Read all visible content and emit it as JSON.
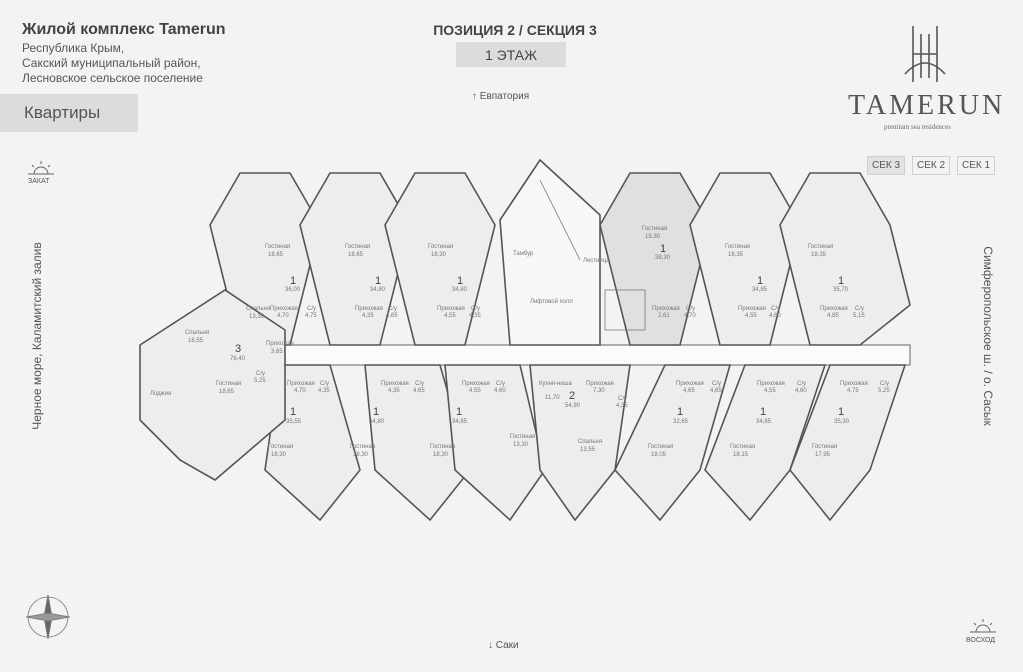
{
  "header": {
    "title": "Жилой комплекс Tamerun",
    "address_lines": [
      "Республика Крым,",
      "Сакский муниципальный район,",
      "Лесновское сельское поселение"
    ],
    "apartments_button": "Квартиры",
    "position": "ПОЗИЦИЯ 2 / СЕКЦИЯ 3",
    "floor": "1 ЭТАЖ"
  },
  "brand": {
    "name": "TAMERUN",
    "tagline": "premium sea residences"
  },
  "sections": [
    "СЕК 3",
    "СЕК 2",
    "СЕК 1"
  ],
  "directions": {
    "north": "↑ Евпатория",
    "south": "↓ Саки",
    "west": "Черное море, Каламитский залив",
    "east": "Симферопольское ш. / о. Сасык",
    "sunset": "ЗАКАТ",
    "sunrise": "ВОСХОД"
  },
  "plan": {
    "common": {
      "vestibule": "Тамбур",
      "stairs": "Лестница",
      "lift_hall": "Лифтовой холл"
    },
    "top_units": [
      {
        "rooms": "1",
        "area": "36,00",
        "living": "Гостиная",
        "living_area": "18,65",
        "hall": "Прихожая",
        "hall_area": "4,70",
        "bath": "С/у",
        "bath_area": "4,75"
      },
      {
        "rooms": "1",
        "area": "34,80",
        "living": "Гостиная",
        "living_area": "18,65",
        "hall": "Прихожая",
        "hall_area": "4,35",
        "bath": "С/у",
        "bath_area": "4,65"
      },
      {
        "rooms": "1",
        "area": "34,80",
        "living": "Гостиная",
        "living_area": "18,30",
        "hall": "Прихожая",
        "hall_area": "4,55",
        "bath": "С/у",
        "bath_area": "4,35"
      },
      {
        "rooms": "1",
        "area": "38,30",
        "living": "Гостиная",
        "living_area": "19,30",
        "hall": "Прихожая",
        "hall_area": "2,61",
        "bath": "С/у",
        "bath_area": "4,70"
      },
      {
        "rooms": "1",
        "area": "34,85",
        "living": "Гостиная",
        "living_area": "18,35",
        "hall": "Прихожая",
        "hall_area": "4,55",
        "bath": "С/у",
        "bath_area": "4,60"
      },
      {
        "rooms": "1",
        "area": "35,70",
        "living": "Гостиная",
        "living_area": "18,35",
        "hall": "Прихожая",
        "hall_area": "4,85",
        "bath": "С/у",
        "bath_area": "5,15"
      }
    ],
    "bottom_units": [
      {
        "rooms": "1",
        "area": "35,55",
        "living": "Гостиная",
        "living_area": "18,30",
        "hall": "Прихожая",
        "hall_area": "4,70",
        "bath": "С/у",
        "bath_area": "4,35"
      },
      {
        "rooms": "1",
        "area": "34,80",
        "living": "Гостиная",
        "living_area": "18,30",
        "hall": "Прихожая",
        "hall_area": "4,35",
        "bath": "С/у",
        "bath_area": "4,65"
      },
      {
        "rooms": "1",
        "area": "34,85",
        "living": "Гостиная",
        "living_area": "18,30",
        "hall": "Прихожая",
        "hall_area": "4,55",
        "bath": "С/у",
        "bath_area": "4,60"
      },
      {
        "rooms": "2",
        "area": "54,90",
        "living": "Гостиная",
        "living_area": "13,30",
        "hall": "Прихожая",
        "hall_area": "7,30",
        "bath": "С/у",
        "bath_area": "4,35"
      },
      {
        "rooms": "1",
        "area": "32,65",
        "living": "Гостиная",
        "living_area": "18,05",
        "hall": "Прихожая",
        "hall_area": "4,65",
        "bath": "С/у",
        "bath_area": "4,65"
      },
      {
        "rooms": "1",
        "area": "34,85",
        "living": "Гостиная",
        "living_area": "18,15",
        "hall": "Прихожая",
        "hall_area": "4,55",
        "bath": "С/у",
        "bath_area": "4,60"
      },
      {
        "rooms": "1",
        "area": "35,30",
        "living": "Гостиная",
        "living_area": "17,95",
        "hall": "Прихожая",
        "hall_area": "4,75",
        "bath": "С/у",
        "bath_area": "5,25"
      }
    ],
    "west_unit": {
      "rooms": "3",
      "area": "76,40",
      "bedroom1": "Спальня",
      "bedroom1_area": "16,55",
      "bedroom2": "Спальня",
      "bedroom2_area": "13,30",
      "living": "Гостиная",
      "living_area": "18,65",
      "hall": "Прихожая",
      "hall_area": "3,65",
      "bath": "С/у",
      "bath_area": "5,25",
      "loggia": "Лоджия"
    },
    "extra_labels": {
      "kitchen": "Кухня-ниша",
      "kitchen_area": "11,70",
      "bedroom": "Спальня",
      "bedroom_area": "13,55"
    }
  },
  "colors": {
    "background": "#f3f3f1",
    "wall": "#555555",
    "unit_highlight": "#e0e0de",
    "corridor": "#fbfbfa"
  }
}
